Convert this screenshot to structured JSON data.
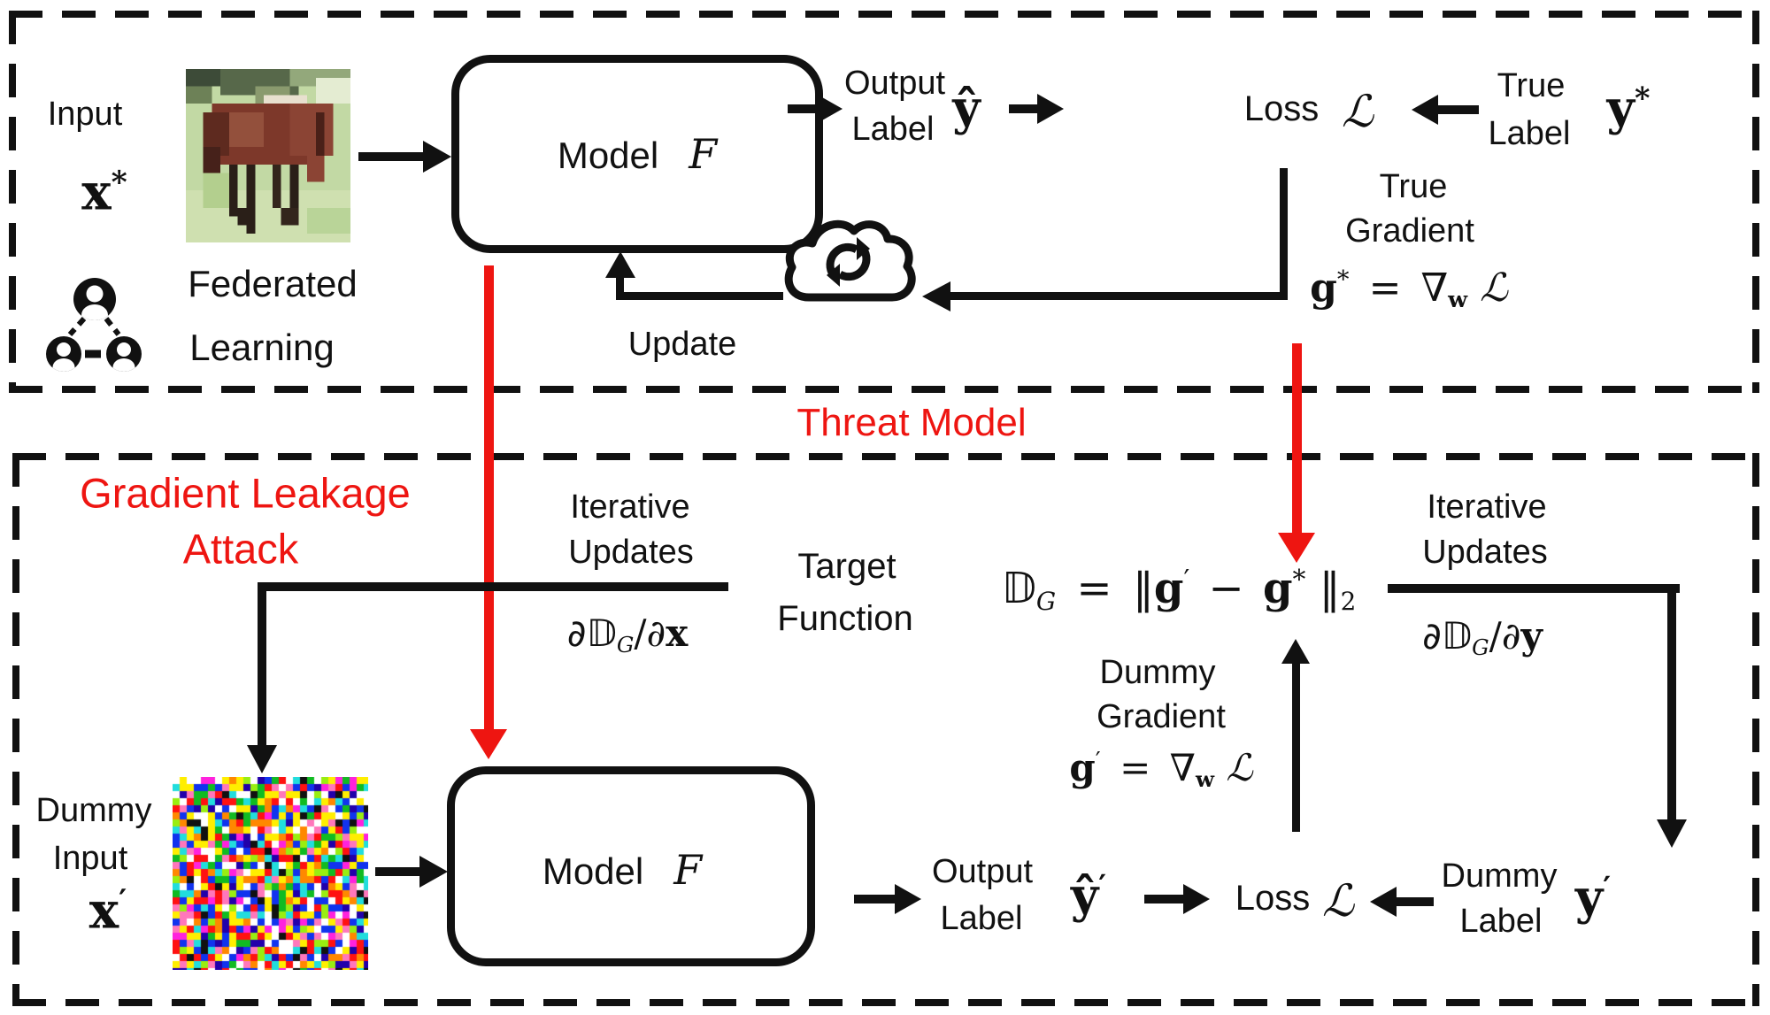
{
  "colors": {
    "accent_red": "#ee1511",
    "ink_black": "#111111",
    "background": "#ffffff"
  },
  "threat_model_label": "Threat Model",
  "top": {
    "input": {
      "label": "Input",
      "symbol": "x",
      "sup": "*"
    },
    "federated": {
      "line1": "Federated",
      "line2": "Learning"
    },
    "model": {
      "label": "Model",
      "symbol": "F"
    },
    "output": {
      "line1": "Output",
      "line2": "Label",
      "symbol": "ŷ"
    },
    "loss": {
      "label": "Loss",
      "symbol": "ℒ"
    },
    "true_label": {
      "line1": "True",
      "line2": "Label",
      "symbol": "y",
      "sup": "*"
    },
    "true_gradient": {
      "line1": "True",
      "line2": "Gradient",
      "g": "g",
      "g_sup": "*",
      "eq": "=",
      "nabla": "∇",
      "nabla_sub": "w",
      "loss": "ℒ"
    },
    "update": "Update"
  },
  "bottom": {
    "attack_title": {
      "line1": "Gradient Leakage",
      "line2": "Attack"
    },
    "iter_x": {
      "line1": "Iterative",
      "line2": "Updates",
      "f1": "∂𝔻",
      "f1_sub": "G",
      "f2": "/∂",
      "f2_var": "x"
    },
    "target": {
      "line1": "Target",
      "line2": "Function"
    },
    "equation": {
      "d": "𝔻",
      "d_sub": "G",
      "eq": "=",
      "open": "‖",
      "g1": "g",
      "g1_sup": "′",
      "minus": "−",
      "g2": "g",
      "g2_sup": "*",
      "close": "‖",
      "close_sub": "2"
    },
    "dummy_gradient": {
      "line1": "Dummy",
      "line2": "Gradient",
      "g": "g",
      "g_sup": "′",
      "eq": "=",
      "nabla": "∇",
      "nabla_sub": "w",
      "loss": "ℒ"
    },
    "iter_y": {
      "line1": "Iterative",
      "line2": "Updates",
      "f1": "∂𝔻",
      "f1_sub": "G",
      "f2": "/∂",
      "f2_var": "y"
    },
    "dummy_input": {
      "line1": "Dummy",
      "line2": "Input",
      "symbol": "x",
      "sup": "′"
    },
    "model": {
      "label": "Model",
      "symbol": "F"
    },
    "output": {
      "line1": "Output",
      "line2": "Label",
      "symbol": "ŷ",
      "sup": "′"
    },
    "loss": {
      "label": "Loss",
      "symbol": "ℒ"
    },
    "dummy_label": {
      "line1": "Dummy",
      "line2": "Label",
      "symbol": "y",
      "sup": "′"
    }
  },
  "icons": {
    "cloud": "cloud-sync-icon",
    "people": "federated-people-icon",
    "horse": "horse-input-image",
    "noise": "dummy-noise-image"
  },
  "noise_palette": [
    "#ff1111",
    "#1133ee",
    "#11bb22",
    "#ffee00",
    "#ff22dd",
    "#22dddd",
    "#111111",
    "#ffffff",
    "#ff8800",
    "#ff77bb",
    "#2200aa",
    "#99ee11",
    "#ffffff",
    "#ff1111",
    "#1133ee",
    "#ffee00"
  ]
}
